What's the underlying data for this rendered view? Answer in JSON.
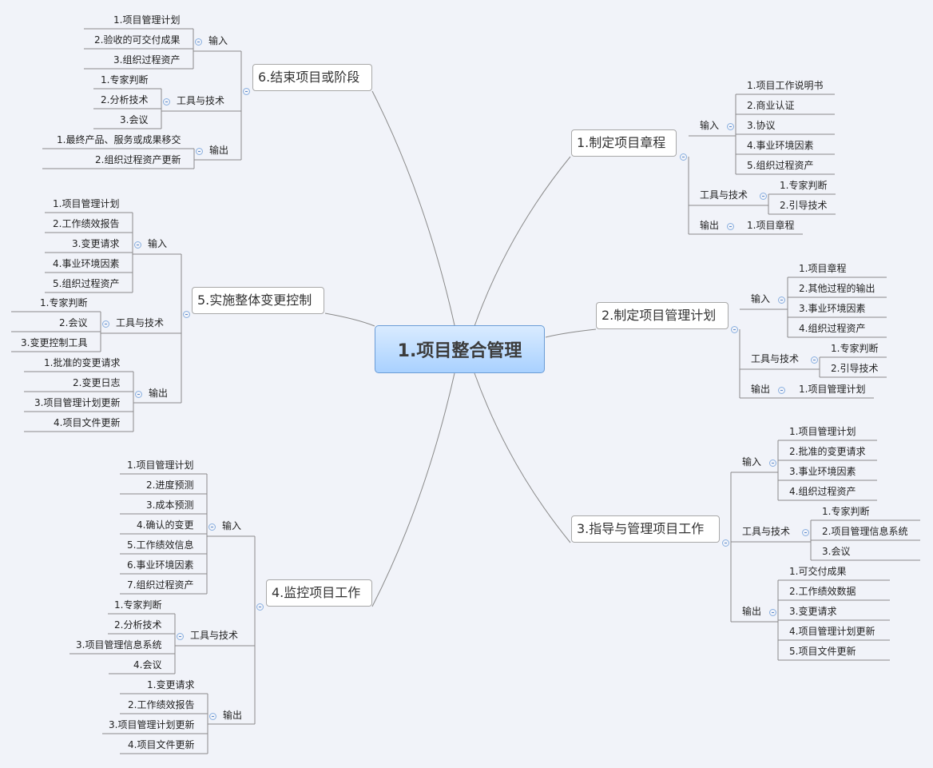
{
  "central": "1.项目整合管理",
  "b1": {
    "title": "1.制定项目章程",
    "in": "输入",
    "in_items": [
      "1.项目工作说明书",
      "2.商业认证",
      "3.协议",
      "4.事业环境因素",
      "5.组织过程资产"
    ],
    "tt": "工具与技术",
    "tt_items": [
      "1.专家判断",
      "2.引导技术"
    ],
    "out": "输出",
    "out_items": [
      "1.项目章程"
    ]
  },
  "b2": {
    "title": "2.制定项目管理计划",
    "in": "输入",
    "in_items": [
      "1.项目章程",
      "2.其他过程的输出",
      "3.事业环境因素",
      "4.组织过程资产"
    ],
    "tt": "工具与技术",
    "tt_items": [
      "1.专家判断",
      "2.引导技术"
    ],
    "out": "输出",
    "out_items": [
      "1.项目管理计划"
    ]
  },
  "b3": {
    "title": "3.指导与管理项目工作",
    "in": "输入",
    "in_items": [
      "1.项目管理计划",
      "2.批准的变更请求",
      "3.事业环境因素",
      "4.组织过程资产"
    ],
    "tt": "工具与技术",
    "tt_items": [
      "1.专家判断",
      "2.项目管理信息系统",
      "3.会议"
    ],
    "out": "输出",
    "out_items": [
      "1.可交付成果",
      "2.工作绩效数据",
      "3.变更请求",
      "4.项目管理计划更新",
      "5.项目文件更新"
    ]
  },
  "b4": {
    "title": "4.监控项目工作",
    "in": "输入",
    "in_items": [
      "1.项目管理计划",
      "2.进度预测",
      "3.成本预测",
      "4.确认的变更",
      "5.工作绩效信息",
      "6.事业环境因素",
      "7.组织过程资产"
    ],
    "tt": "工具与技术",
    "tt_items": [
      "1.专家判断",
      "2.分析技术",
      "3.项目管理信息系统",
      "4.会议"
    ],
    "out": "输出",
    "out_items": [
      "1.变更请求",
      "2.工作绩效报告",
      "3.项目管理计划更新",
      "4.项目文件更新"
    ]
  },
  "b5": {
    "title": "5.实施整体变更控制",
    "in": "输入",
    "in_items": [
      "1.项目管理计划",
      "2.工作绩效报告",
      "3.变更请求",
      "4.事业环境因素",
      "5.组织过程资产"
    ],
    "tt": "工具与技术",
    "tt_items": [
      "1.专家判断",
      "2.会议",
      "3.变更控制工具"
    ],
    "out": "输出",
    "out_items": [
      "1.批准的变更请求",
      "2.变更日志",
      "3.项目管理计划更新",
      "4.项目文件更新"
    ]
  },
  "b6": {
    "title": "6.结束项目或阶段",
    "in": "输入",
    "in_items": [
      "1.项目管理计划",
      "2.验收的可交付成果",
      "3.组织过程资产"
    ],
    "tt": "工具与技术",
    "tt_items": [
      "1.专家判断",
      "2.分析技术",
      "3.会议"
    ],
    "out": "输出",
    "out_items": [
      "1.最终产品、服务或成果移交",
      "2.组织过程资产更新"
    ]
  },
  "colors": {
    "line": "#8a8a8a",
    "central_fill": "#b9dbff",
    "central_border": "#6a9cd6",
    "collapse": "#5b88c9"
  }
}
